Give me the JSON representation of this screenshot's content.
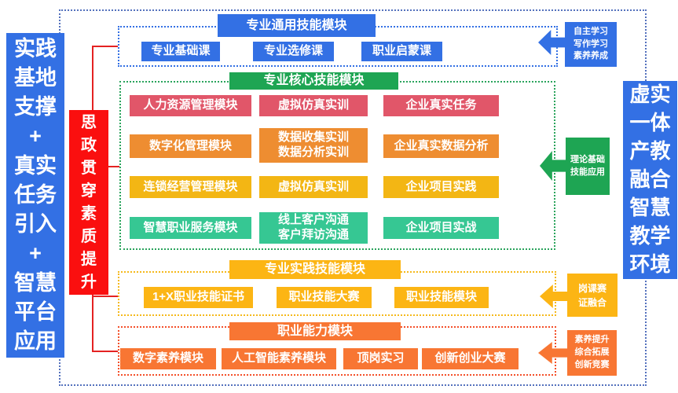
{
  "colors": {
    "blue": "#3370e4",
    "green": "#1ea553",
    "crimson": "#e15669",
    "orange": "#ee8d31",
    "gold": "#f3b614",
    "gold_bright": "#fcb514",
    "teal": "#36c793",
    "deep_orange": "#f87633",
    "vermilion": "#f4502a",
    "red_box": "#fa0f0f",
    "red_line": "#e42222",
    "outer_dots": "#5471bd"
  },
  "left_panel": {
    "text": "实践\n基地\n支撑\n+\n真实\n任务\n引入\n+\n智慧\n平台\n应用"
  },
  "center_strip": {
    "text": "思\n政\n贯\n穿\n素\n质\n提\n升"
  },
  "right_panel": {
    "text": "虚实\n一体\n产教\n融合\n智慧\n教学\n环境"
  },
  "sections": {
    "general": {
      "title": "专业通用技能模块",
      "items": [
        "专业基础课",
        "专业选修课",
        "职业启蒙课"
      ]
    },
    "core": {
      "title": "专业核心技能模块",
      "rows": [
        {
          "cells": [
            "人力资源管理模块",
            "虚拟仿真实训",
            "企业真实任务"
          ]
        },
        {
          "cells": [
            "数字化管理模块",
            "数据收集实训\n数据分析实训",
            "企业真实数据分析"
          ]
        },
        {
          "cells": [
            "连锁经营管理模块",
            "虚拟仿真实训",
            "企业项目实践"
          ]
        },
        {
          "cells": [
            "智慧职业服务模块",
            "线上客户沟通\n客户拜访沟通",
            "企业项目实战"
          ]
        }
      ]
    },
    "practice": {
      "title": "专业实践技能模块",
      "items": [
        "1+X职业技能证书",
        "职业技能大赛",
        "职业技能模块"
      ]
    },
    "vocational": {
      "title": "职业能力模块",
      "items": [
        "数字素养模块",
        "人工智能素养模块",
        "顶岗实习",
        "创新创业大赛"
      ]
    }
  },
  "annotations": [
    {
      "text": "自主学习\n写作学习\n素养养成"
    },
    {
      "text": "理论基础\n技能应用"
    },
    {
      "text": "岗课赛\n证融合"
    },
    {
      "text": "素养提升\n综合拓展\n创新竞赛"
    }
  ]
}
